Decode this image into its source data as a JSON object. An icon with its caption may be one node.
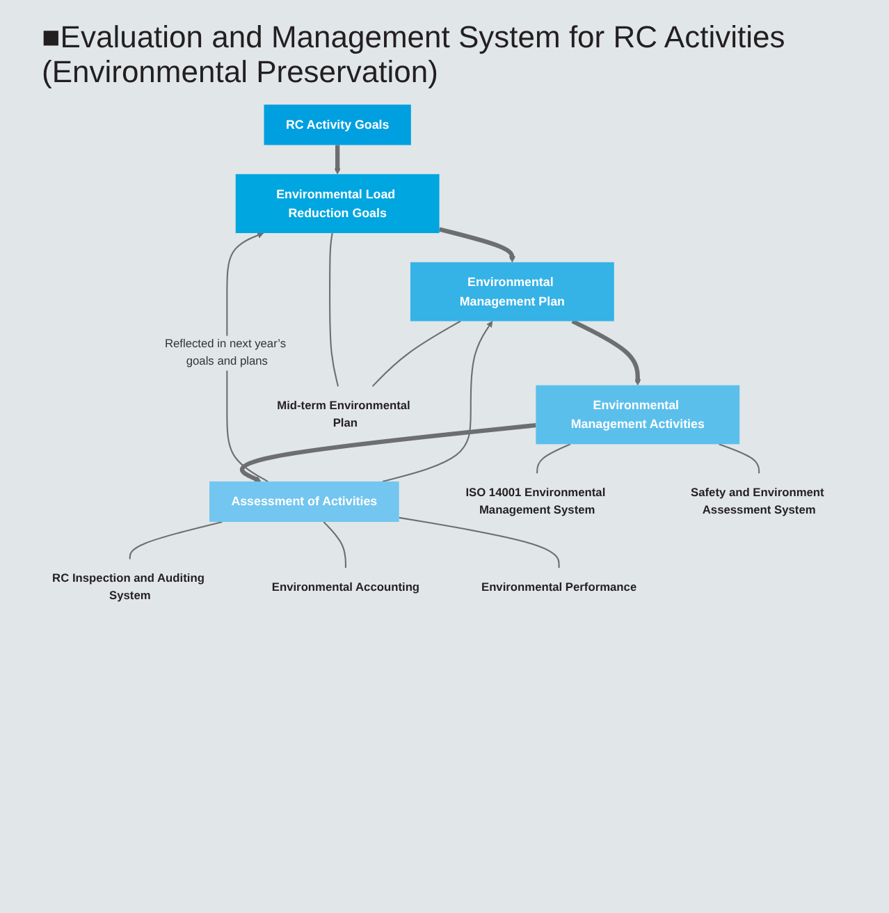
{
  "diagram": {
    "title": "■Evaluation and Management System for RC Activities (Environmental Preservation)",
    "nodes": [
      {
        "text": [
          "RC Activity Goals"
        ]
      },
      {
        "text": [
          "Environmental Load Reduction Goals"
        ]
      },
      {
        "text": [
          "Environmental Management Plan"
        ]
      },
      {
        "text": [
          "Environmental Management Activities"
        ]
      },
      {
        "text": [
          "Assessment of Activities"
        ]
      },
      {
        "text": [
          "Mid-term Environmental Plan"
        ]
      },
      {
        "text": [
          "ISO 14001 Environmental Management System"
        ]
      },
      {
        "text": [
          "Safety and Environment Assessment System"
        ]
      },
      {
        "text": [
          "RC Inspection and Auditing System"
        ]
      },
      {
        "text": [
          "Environmental Accounting"
        ]
      },
      {
        "text": [
          "Environmental Performance"
        ]
      }
    ],
    "edges": [
      {
        "from": 0,
        "to": 1,
        "arrow": "to",
        "style": "thick"
      },
      {
        "from": 1,
        "to": 2,
        "arrow": "to",
        "style": "thick"
      },
      {
        "from": 2,
        "to": 3,
        "arrow": "to",
        "style": "thick"
      },
      {
        "from": 3,
        "to": 4,
        "arrow": "to",
        "style": "thick"
      },
      {
        "from": 4,
        "to": 1,
        "arrow": "to",
        "label": "Reflected in next year’s goals and plans"
      },
      {
        "from": 4,
        "to": 2,
        "arrow": "to"
      },
      {
        "from": 1,
        "to": 5,
        "arrow": "none"
      },
      {
        "from": 2,
        "to": 5,
        "arrow": "none"
      },
      {
        "from": 3,
        "to": 6,
        "arrow": "none"
      },
      {
        "from": 3,
        "to": 7,
        "arrow": "none"
      },
      {
        "from": 4,
        "to": 8,
        "arrow": "none"
      },
      {
        "from": 4,
        "to": 9,
        "arrow": "none"
      },
      {
        "from": 4,
        "to": 10,
        "arrow": "none"
      }
    ]
  }
}
